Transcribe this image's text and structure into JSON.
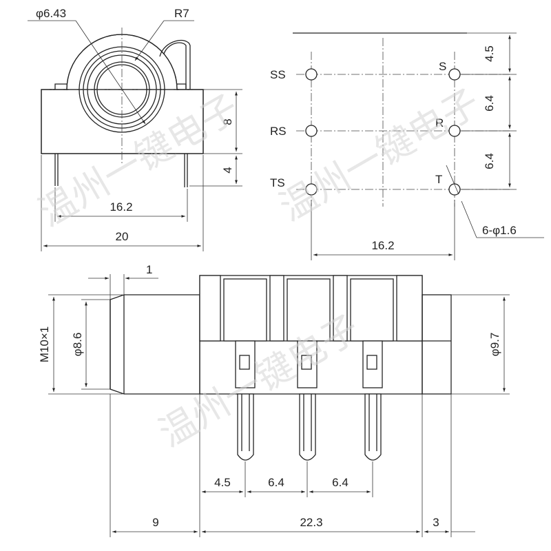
{
  "watermark": "温州一键电子",
  "top_view": {
    "hole_diameter": "φ6.43",
    "radius": "R7",
    "dim_8": "8",
    "dim_4": "4",
    "dim_16_2": "16.2",
    "dim_20": "20"
  },
  "pin_layout": {
    "pins": [
      "SS",
      "S",
      "RS",
      "R",
      "TS",
      "T"
    ],
    "dim_4_5": "4.5",
    "dim_6_4_a": "6.4",
    "dim_6_4_b": "6.4",
    "dim_16_2": "16.2",
    "hole_note": "6-φ1.6"
  },
  "side_view": {
    "dim_1": "1",
    "thread": "M10×1",
    "dia_8_6": "φ8.6",
    "dia_9_7": "φ9.7",
    "pin_4_5": "4.5",
    "pin_6_4_a": "6.4",
    "pin_6_4_b": "6.4",
    "dim_9": "9",
    "dim_22_3": "22.3",
    "dim_3": "3"
  }
}
